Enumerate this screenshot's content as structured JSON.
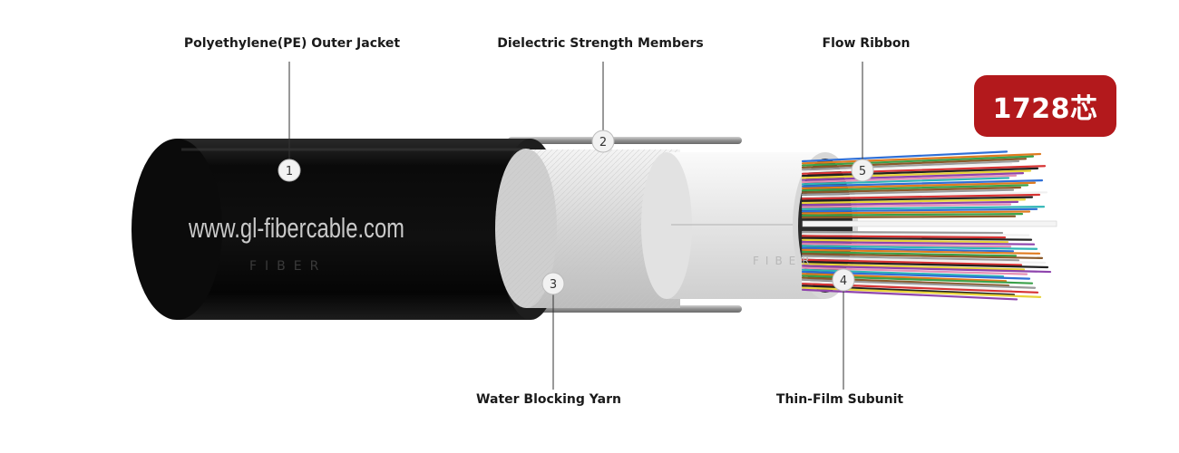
{
  "labels": {
    "outer_jacket": "Polyethylene(PE) Outer Jacket",
    "strength_members": "Dielectric Strength Members",
    "flow_ribbon": "Flow Ribbon",
    "water_blocking": "Water Blocking Yarn",
    "subunit": "Thin-Film Subunit"
  },
  "markers": {
    "m1": "1",
    "m2": "2",
    "m3": "3",
    "m4": "4",
    "m5": "5"
  },
  "badge": "1728芯",
  "watermark": {
    "website": "www.gl-fibercable.com",
    "brand": "FIBER"
  },
  "colors": {
    "jacket": "#0d0d0d",
    "badge": "#b3191c",
    "yarn": "#d8d8d8",
    "subunit": "#e9e9e9",
    "rod": "#9a9a9a"
  }
}
